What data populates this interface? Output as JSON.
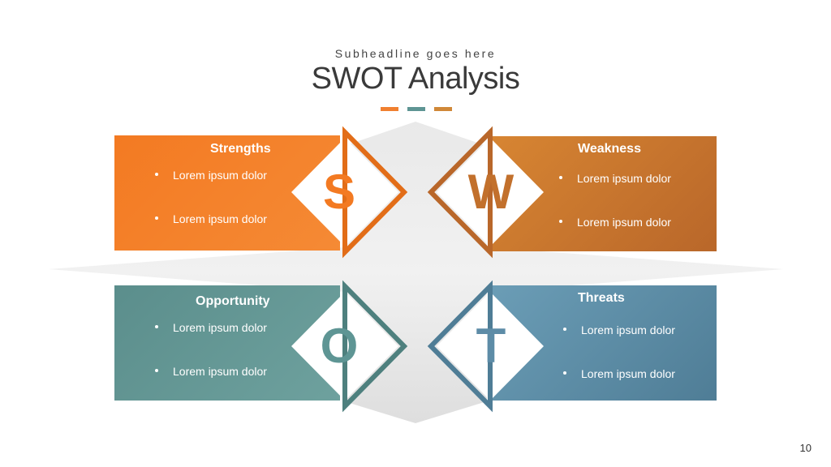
{
  "header": {
    "subheadline": "Subheadline goes here",
    "title": "SWOT Analysis",
    "dash_colors": [
      "#f08030",
      "#5e9594",
      "#d08838"
    ]
  },
  "quadrants": {
    "strengths": {
      "title": "Strengths",
      "letter": "S",
      "bullets": [
        "Lorem ipsum dolor",
        "Lorem ipsum dolor"
      ],
      "color": "#f37a22"
    },
    "weakness": {
      "title": "Weakness",
      "letter": "W",
      "bullets": [
        "Lorem ipsum dolor",
        "Lorem ipsum dolor"
      ],
      "color": "#c97530"
    },
    "opportunity": {
      "title": "Opportunity",
      "letter": "O",
      "bullets": [
        "Lorem ipsum dolor",
        "Lorem ipsum dolor"
      ],
      "color": "#5e9594"
    },
    "threats": {
      "title": "Threats",
      "letter": "T",
      "bullets": [
        "Lorem ipsum dolor",
        "Lorem ipsum dolor"
      ],
      "color": "#5d8ca7"
    }
  },
  "page_number": "10"
}
